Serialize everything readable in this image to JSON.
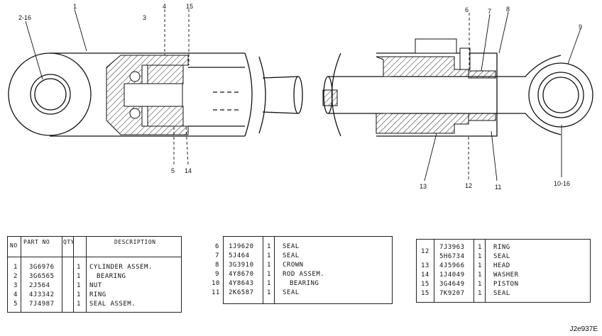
{
  "callouts": {
    "c1": "1",
    "c2_16": "2-16",
    "c3": "3",
    "c4": "4",
    "c15": "15",
    "c5": "5",
    "c14": "14",
    "c6": "6",
    "c7": "7",
    "c8": "8",
    "c9": "9",
    "c13": "13",
    "c12": "12",
    "c11": "11",
    "c10_16": "10-16"
  },
  "table1": {
    "header": {
      "no": "NO",
      "part_no": "PART NO",
      "qty": "QTY",
      "description": "DESCRIPTION"
    },
    "rows": [
      {
        "no": "1",
        "part": "3G6976",
        "qty": "1",
        "desc": "CYLINDER ASSEM."
      },
      {
        "no": "2",
        "part": "3G6565",
        "qty": "1",
        "desc": "BEARING"
      },
      {
        "no": "3",
        "part": "2J564",
        "qty": "1",
        "desc": "NUT"
      },
      {
        "no": "4",
        "part": "4J3342",
        "qty": "1",
        "desc": "RING"
      },
      {
        "no": "5",
        "part": "7J4987",
        "qty": "1",
        "desc": "SEAL ASSEM."
      }
    ]
  },
  "table2": {
    "rows": [
      {
        "no": "6",
        "part": "1J9620",
        "qty": "1",
        "desc": "SEAL"
      },
      {
        "no": "7",
        "part": "5J464",
        "qty": "1",
        "desc": "SEAL"
      },
      {
        "no": "8",
        "part": "3G3910",
        "qty": "1",
        "desc": "CROWN"
      },
      {
        "no": "9",
        "part": "4Y8670",
        "qty": "1",
        "desc": "ROD ASSEM."
      },
      {
        "no": "10",
        "part": "4Y8643",
        "qty": "1",
        "desc": "BEARING"
      },
      {
        "no": "11",
        "part": "2K6587",
        "qty": "1",
        "desc": "SEAL"
      }
    ]
  },
  "table3": {
    "rows": [
      {
        "no": "12",
        "part": "7J3963",
        "qty": "1",
        "desc": "RING"
      },
      {
        "no": "12",
        "part": "5H6734",
        "qty": "1",
        "desc": "SEAL"
      },
      {
        "no": "13",
        "part": "4J5966",
        "qty": "1",
        "desc": "HEAD"
      },
      {
        "no": "14",
        "part": "1J4049",
        "qty": "1",
        "desc": "WASHER"
      },
      {
        "no": "15",
        "part": "3G4649",
        "qty": "1",
        "desc": "PISTON"
      },
      {
        "no": "15",
        "part": "7K9207",
        "qty": "1",
        "desc": "SEAL"
      }
    ]
  },
  "drawing_id": "J2e937E"
}
